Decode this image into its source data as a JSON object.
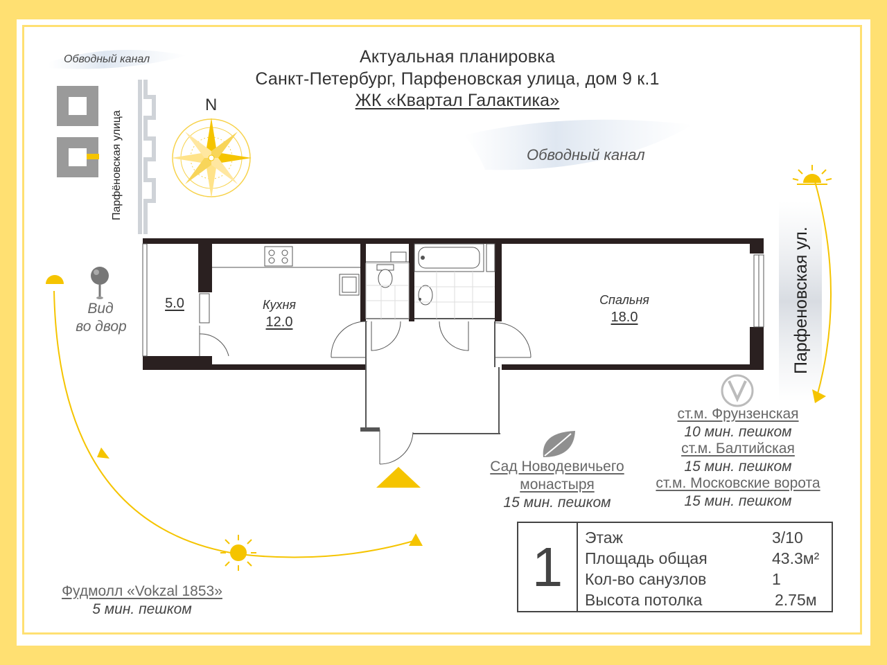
{
  "header": {
    "line1": "Актуальная планировка",
    "line2": "Санкт-Петербург, Парфеновская улица, дом 9 к.1",
    "line3": "ЖК «Квартал Галактика»"
  },
  "map": {
    "canal_top_left": "Обводный канал",
    "canal_center": "Обводный канал",
    "street_left": "Парфёновская улица",
    "street_right": "Парфеновская ул.",
    "compass_north": "N",
    "view_line1": "Вид",
    "view_line2": "во двор"
  },
  "rooms": {
    "balcony_area": "5.0",
    "kitchen_name": "Кухня",
    "kitchen_area": "12.0",
    "bedroom_name": "Спальня",
    "bedroom_area": "18.0"
  },
  "poi": {
    "metro1_name": "ст.м. Фрунзенская",
    "metro1_walk": "10 мин. пешком",
    "metro2_name": "ст.м. Балтийская",
    "metro2_walk": "15 мин. пешком",
    "metro3_name": "ст.м. Московские ворота",
    "metro3_walk": "15 мин. пешком",
    "garden_line1": "Сад Новодевичьего",
    "garden_line2": "монастыря",
    "garden_walk": "15 мин. пешком",
    "foodmall_name": "Фудмолл «Vokzal 1853»",
    "foodmall_walk": "5 мин. пешком"
  },
  "info": {
    "rooms_count": "1",
    "floor_label": "Этаж",
    "floor_value": "3/10",
    "area_label": "Площадь общая",
    "area_value": "43.3м²",
    "bath_label": "Кол-во санузлов",
    "bath_value": "1",
    "height_label": "Высота потолка",
    "height_value": "2.75м"
  },
  "colors": {
    "yellow": "#ffe072",
    "sun": "#f5c400",
    "wall": "#2a2020"
  }
}
